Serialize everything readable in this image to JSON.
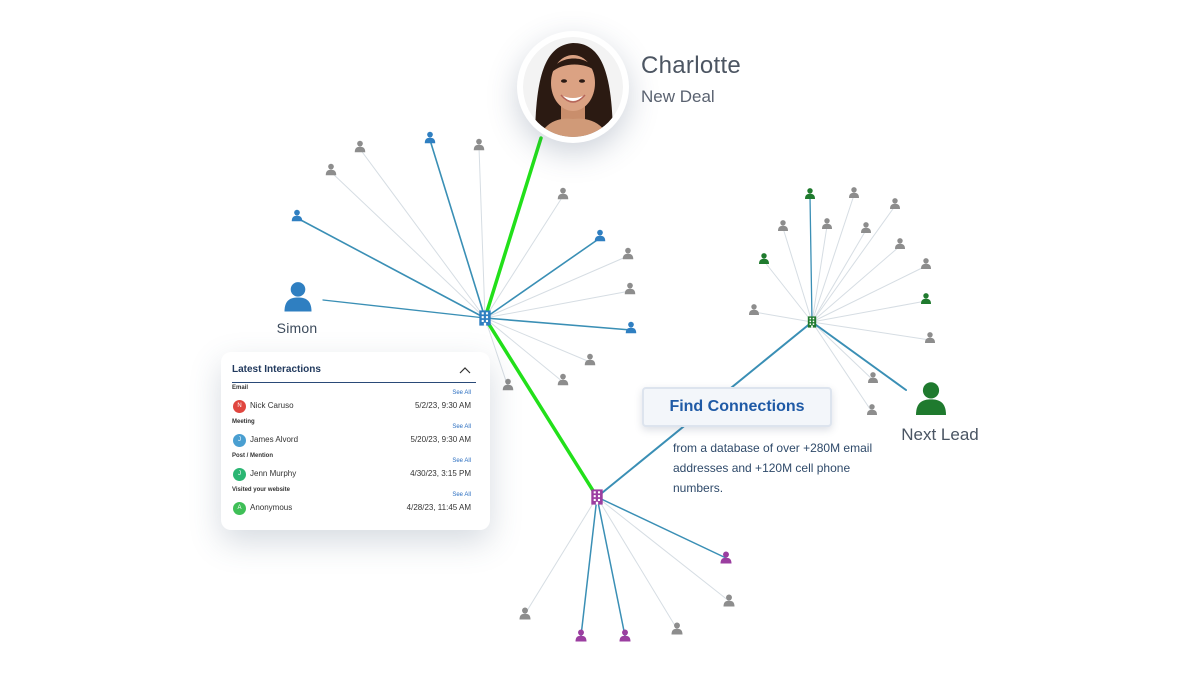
{
  "colors": {
    "blue": "#2f7fc1",
    "gray": "#8d8d8d",
    "green": "#1f7a2e",
    "purple": "#9b3ea0",
    "highlight": "#22e01a",
    "edge_blue": "#3a8fb5",
    "edge_faint": "#d6dde3"
  },
  "contact": {
    "name": "Charlotte",
    "status": "New Deal"
  },
  "nodes": {
    "simon_label": "Simon",
    "next_lead_label": "Next Lead"
  },
  "panel": {
    "title": "Latest Interactions",
    "see_all": "See All",
    "rows": [
      {
        "category": "Email",
        "initial": "N",
        "name": "Nick Caruso",
        "date": "5/2/23, 9:30 AM",
        "color": "#e0463f"
      },
      {
        "category": "Meeting",
        "initial": "J",
        "name": "James Alvord",
        "date": "5/20/23, 9:30 AM",
        "color": "#4a9fd1"
      },
      {
        "category": "Post / Mention",
        "initial": "J",
        "name": "Jenn Murphy",
        "date": "4/30/23, 3:15 PM",
        "color": "#2bb673"
      },
      {
        "category": "Visited your website",
        "initial": "A",
        "name": "Anonymous",
        "date": "4/28/23, 11:45 AM",
        "color": "#3fbf57"
      }
    ]
  },
  "cta": {
    "button": "Find Connections",
    "description": "from a database of over +280M email addresses and +120M cell phone numbers."
  }
}
